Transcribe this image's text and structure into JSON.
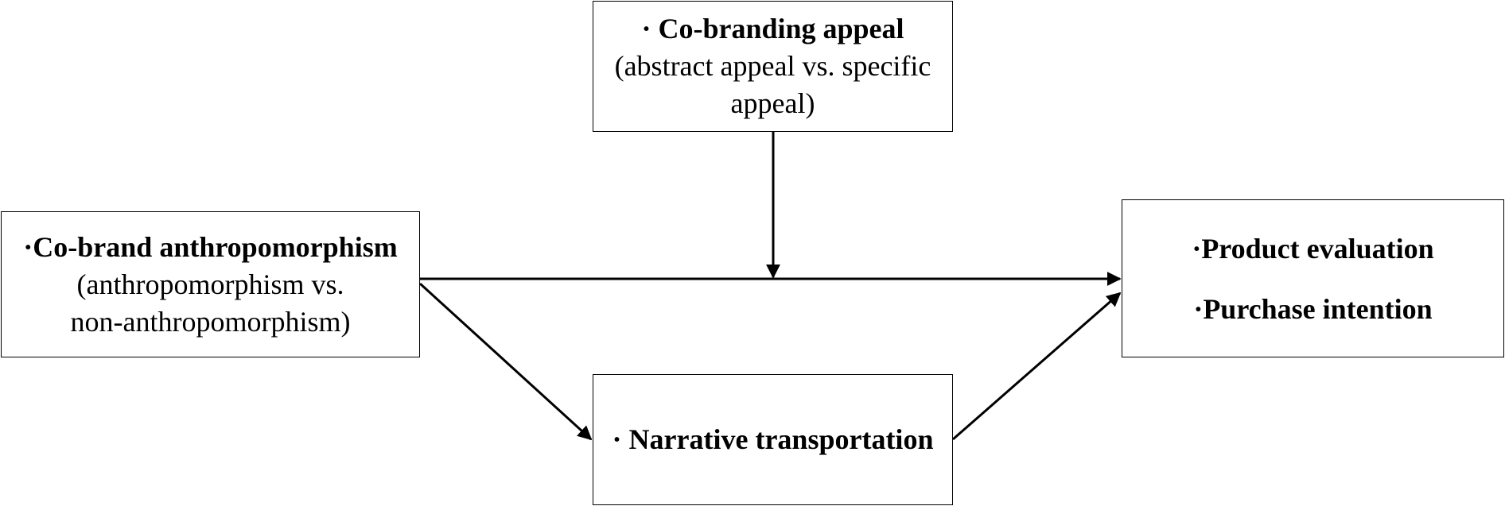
{
  "moderator": {
    "title": "· Co-branding appeal",
    "sub_line1": "(abstract appeal vs. specific",
    "sub_line2": "appeal)"
  },
  "independent_variable": {
    "title": "·Co-brand anthropomorphism",
    "sub_line1": "(anthropomorphism vs.",
    "sub_line2": "non-anthropomorphism)"
  },
  "dependent_variables": {
    "line1": "·Product evaluation",
    "line2": "·Purchase intention"
  },
  "mediator": {
    "title": "· Narrative transportation"
  }
}
